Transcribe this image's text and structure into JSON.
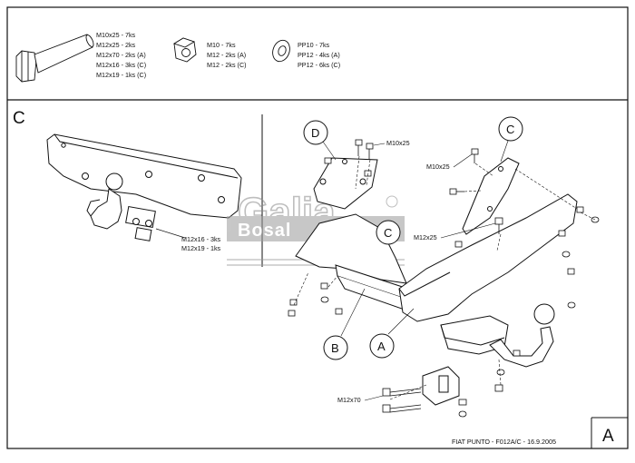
{
  "legend": {
    "bolts": [
      "M10x25 - 7ks",
      "M12x25 - 2ks",
      "M12x70 - 2ks (A)",
      "M12x16 - 3ks (C)",
      "M12x19 - 1ks (C)"
    ],
    "nuts": [
      "M10 - 7ks",
      "M12 - 2ks (A)",
      "M12 - 2ks (C)"
    ],
    "washers": [
      "PP10 - 7ks",
      "PP12 - 4ks (A)",
      "PP12 - 6ks (C)"
    ]
  },
  "panel_c": {
    "label": "C",
    "callout": [
      "M12x16 - 3ks",
      "M12x19 - 1ks"
    ]
  },
  "main": {
    "callouts": {
      "D": "D",
      "C_upper": "C",
      "C_mid": "C",
      "B": "B",
      "A": "A"
    },
    "bolt_labels": {
      "m10_d": "M10x25",
      "m10_c": "M10x25",
      "m12_25": "M12x25",
      "m12_70": "M12x70"
    }
  },
  "watermark": {
    "brand": "Galia",
    "sub": "Bosal"
  },
  "footer": {
    "drawing_id": "FIAT PUNTO - F012A/C - 16.9.2005",
    "sheet_letter": "A"
  }
}
